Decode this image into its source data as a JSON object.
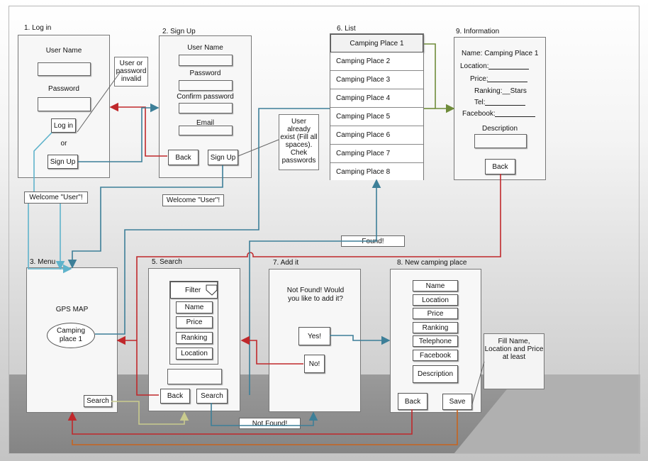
{
  "login": {
    "title": "1. Log in",
    "user_label": "User Name",
    "password_label": "Password",
    "login_btn": "Log in",
    "or": "or",
    "signup_btn": "Sign Up"
  },
  "login_error": {
    "text": "User or password invalid"
  },
  "welcome_1": "Welcome \"User\"!",
  "signup": {
    "title": "2. Sign Up",
    "user_label": "User Name",
    "password_label": "Password",
    "confirm_label": "Confirm password",
    "email_label": "Email",
    "back_btn": "Back",
    "signup_btn": "Sign Up"
  },
  "signup_error": {
    "text": "User already exist (Fill all spaces). Chek passwords"
  },
  "welcome_2": "Welcome \"User\"!",
  "list": {
    "title": "6. List",
    "items": [
      "Camping Place 1",
      "Camping Place 2",
      "Camping Place 3",
      "Camping Place 4",
      "Camping Place 5",
      "Camping Place 6",
      "Camping Place 7",
      "Camping Place 8"
    ]
  },
  "info": {
    "title": "9. Information",
    "name": "Name: Camping Place 1",
    "location": "Location:",
    "price": "Price:",
    "ranking": "Ranking:__Stars",
    "tel": "Tel:",
    "facebook": "Facebook:",
    "description": "Description",
    "back_btn": "Back"
  },
  "found": "Found!",
  "menu": {
    "title": "3. Menu",
    "map": "GPS MAP",
    "place": "Camping place 1",
    "search_btn": "Search"
  },
  "search": {
    "title": "5. Search",
    "filter": "Filter",
    "options": [
      "Name",
      "Price",
      "Ranking",
      "Location"
    ],
    "back_btn": "Back",
    "search_btn": "Search"
  },
  "not_found": "Not Found!",
  "addit": {
    "title": "7. Add it",
    "message": "Not Found! Would you like to add it?",
    "yes_btn": "Yes!",
    "no_btn": "No!"
  },
  "newplace": {
    "title": "8. New camping place",
    "fields": [
      "Name",
      "Location",
      "Price",
      "Ranking",
      "Telephone",
      "Facebook",
      "Description"
    ],
    "back_btn": "Back",
    "save_btn": "Save"
  },
  "newplace_note": {
    "text": "Fill Name, Location and Price at least"
  },
  "colors": {
    "red": "#c0282b",
    "blue": "#3d7f98",
    "cyan": "#5fb3cb",
    "green": "#6f8c3a",
    "orange": "#c7641f",
    "cream": "#d6d8a4"
  }
}
